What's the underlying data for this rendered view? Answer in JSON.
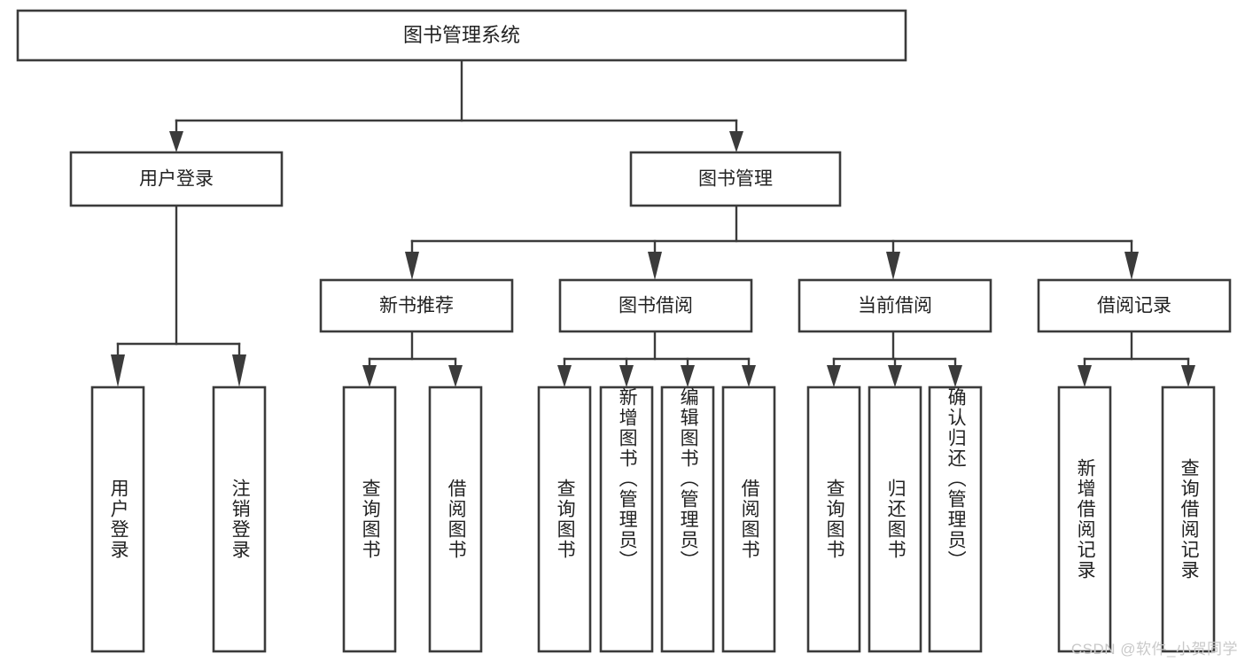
{
  "diagram": {
    "title": "图书管理系统",
    "type": "hierarchy-tree",
    "watermark": "CSDN @软件_小贺同学",
    "colors": {
      "stroke": "#3b3b3b",
      "fill": "#ffffff",
      "text": "#222222",
      "watermark": "#c9c9c9"
    },
    "root": {
      "label": "图书管理系统"
    },
    "level2": [
      {
        "label": "用户登录"
      },
      {
        "label": "图书管理"
      }
    ],
    "level3": [
      {
        "label": "新书推荐"
      },
      {
        "label": "图书借阅"
      },
      {
        "label": "当前借阅"
      },
      {
        "label": "借阅记录"
      }
    ],
    "leaves": {
      "user_login": [
        {
          "label": "用户登录"
        },
        {
          "label": "注销登录"
        }
      ],
      "new_book_recommend": [
        {
          "label": "查询图书"
        },
        {
          "label": "借阅图书"
        }
      ],
      "book_borrow": [
        {
          "label": "查询图书"
        },
        {
          "label": "新增图书（管理员）"
        },
        {
          "label": "编辑图书（管理员）"
        },
        {
          "label": "借阅图书"
        }
      ],
      "current_borrow": [
        {
          "label": "查询图书"
        },
        {
          "label": "归还图书"
        },
        {
          "label": "确认归还（管理员）"
        }
      ],
      "borrow_record": [
        {
          "label": "新增借阅记录"
        },
        {
          "label": "查询借阅记录"
        }
      ]
    }
  }
}
